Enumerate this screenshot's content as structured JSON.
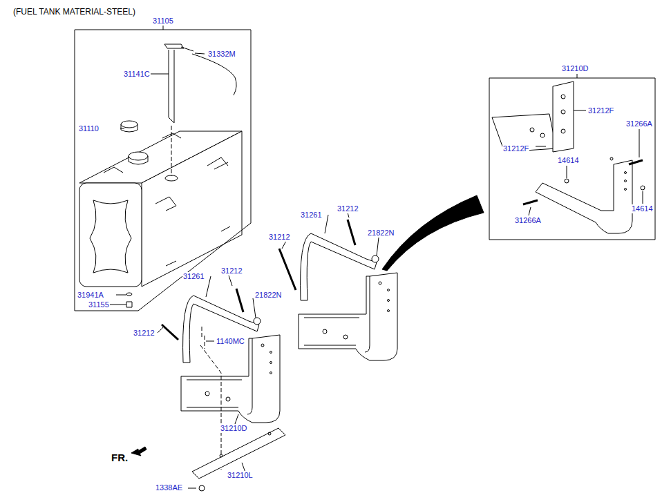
{
  "diagram": {
    "title": "(FUEL TANK MATERIAL-STEEL)",
    "nodes": [
      {
        "text": [
          "31105",
          "31141C",
          "31332M",
          "31110",
          "31941A",
          "31155"
        ]
      },
      {
        "text": [
          "31210D",
          "31212F",
          "31266A",
          "31212F",
          "14614",
          "14614",
          "31266A"
        ]
      }
    ],
    "labels": [
      "31261",
      "31212",
      "21822N",
      "31212",
      "1140MC",
      "31210D",
      "31210L",
      "1338AE",
      "FR.",
      "31261",
      "31212",
      "21822N",
      "31212"
    ]
  }
}
